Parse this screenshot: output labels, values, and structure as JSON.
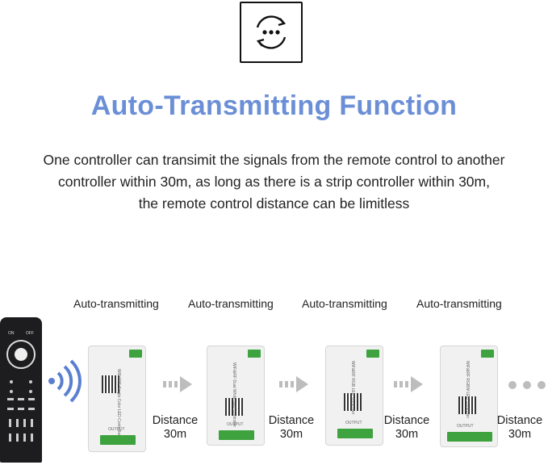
{
  "title": "Auto-Transmitting Function",
  "description": [
    "One controller can transimit the signals from the remote control to another",
    "controller within 30m, as long as there is a strip controller within 30m,",
    "the remote control distance can be limitless"
  ],
  "relay_labels": [
    "Auto-transmitting",
    "Auto-transmitting",
    "Auto-transmitting",
    "Auto-transmitting"
  ],
  "distance_labels": [
    {
      "line1": "Distance",
      "line2": "30m"
    },
    {
      "line1": "Distance",
      "line2": "30m"
    },
    {
      "line1": "Distance",
      "line2": "30m"
    },
    {
      "line1": "Distance",
      "line2": "30m"
    }
  ],
  "remote": {
    "on_label": "ON",
    "off_label": "OFF"
  },
  "controllers": [
    {
      "label": "WiFi&RF Single Color LED Controller",
      "output_label": "OUTPUT"
    },
    {
      "label": "WiFi&RF Dual White LED Controller",
      "output_label": "OUTPUT"
    },
    {
      "label": "WiFi&RF RGB LED Controller",
      "output_label": "OUTPUT"
    },
    {
      "label": "WiFi&RF RGBW LED Controller",
      "output_label": "OUTPUT"
    }
  ],
  "icons": {
    "header": "cycle-chat-icon",
    "signal": "wireless-signal-icon",
    "arrow": "dashed-arrow-icon",
    "more": "ellipsis-icon"
  },
  "colors": {
    "title": "#6b8fd6",
    "signal": "#5b7fd0",
    "arrow": "#bdbdbd",
    "terminal": "#3ea33e"
  }
}
